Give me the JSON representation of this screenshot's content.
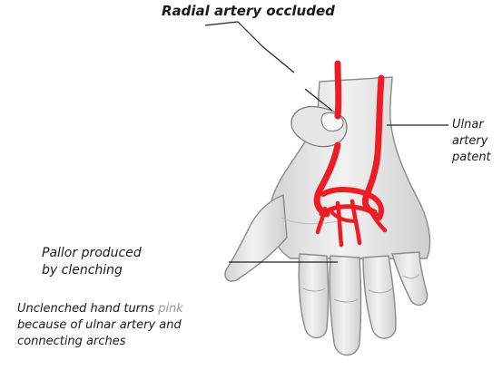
{
  "labels": {
    "radial": "Radial artery occluded",
    "ulnar_line1": "Ulnar",
    "ulnar_line2": "artery",
    "ulnar_line3": "patent",
    "pallor_line1": "Pallor produced",
    "pallor_line2": "by clenching",
    "unclench_line1_a": "Unclenched hand turns ",
    "unclench_line1_b": "pink",
    "unclench_line2": "because of ulnar artery and",
    "unclench_line3": "connecting arches"
  },
  "colors": {
    "artery": "#ee1c24",
    "skin": "#e9e9e9",
    "skin_shadow": "#c4c4c4",
    "outline": "#8a8a8a",
    "text": "#1a1a1a"
  }
}
